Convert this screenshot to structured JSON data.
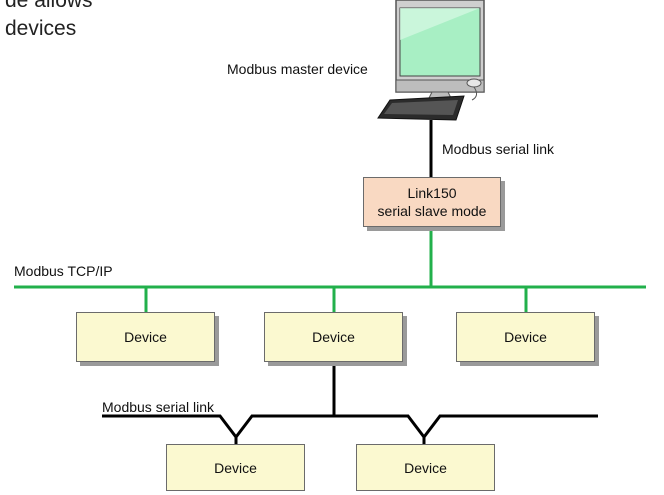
{
  "intro": {
    "line1": "de allows",
    "line2": "devices"
  },
  "master": {
    "label": "Modbus master device",
    "icon": "computer-icon"
  },
  "serial_link_top": {
    "label": "Modbus serial link"
  },
  "gateway": {
    "line1": "Link150",
    "line2": "serial slave mode"
  },
  "tcp_bus": {
    "label": "Modbus TCP/IP",
    "color": "#22b04b"
  },
  "tcp_devices": [
    {
      "label": "Device"
    },
    {
      "label": "Device"
    },
    {
      "label": "Device"
    }
  ],
  "serial_link_bottom": {
    "label": "Modbus serial link",
    "color": "#000000"
  },
  "serial_devices": [
    {
      "label": "Device"
    },
    {
      "label": "Device"
    }
  ],
  "colors": {
    "device_fill": "#fbf9d0",
    "gateway_fill": "#f9d9c2",
    "bus_green": "#22b04b"
  }
}
